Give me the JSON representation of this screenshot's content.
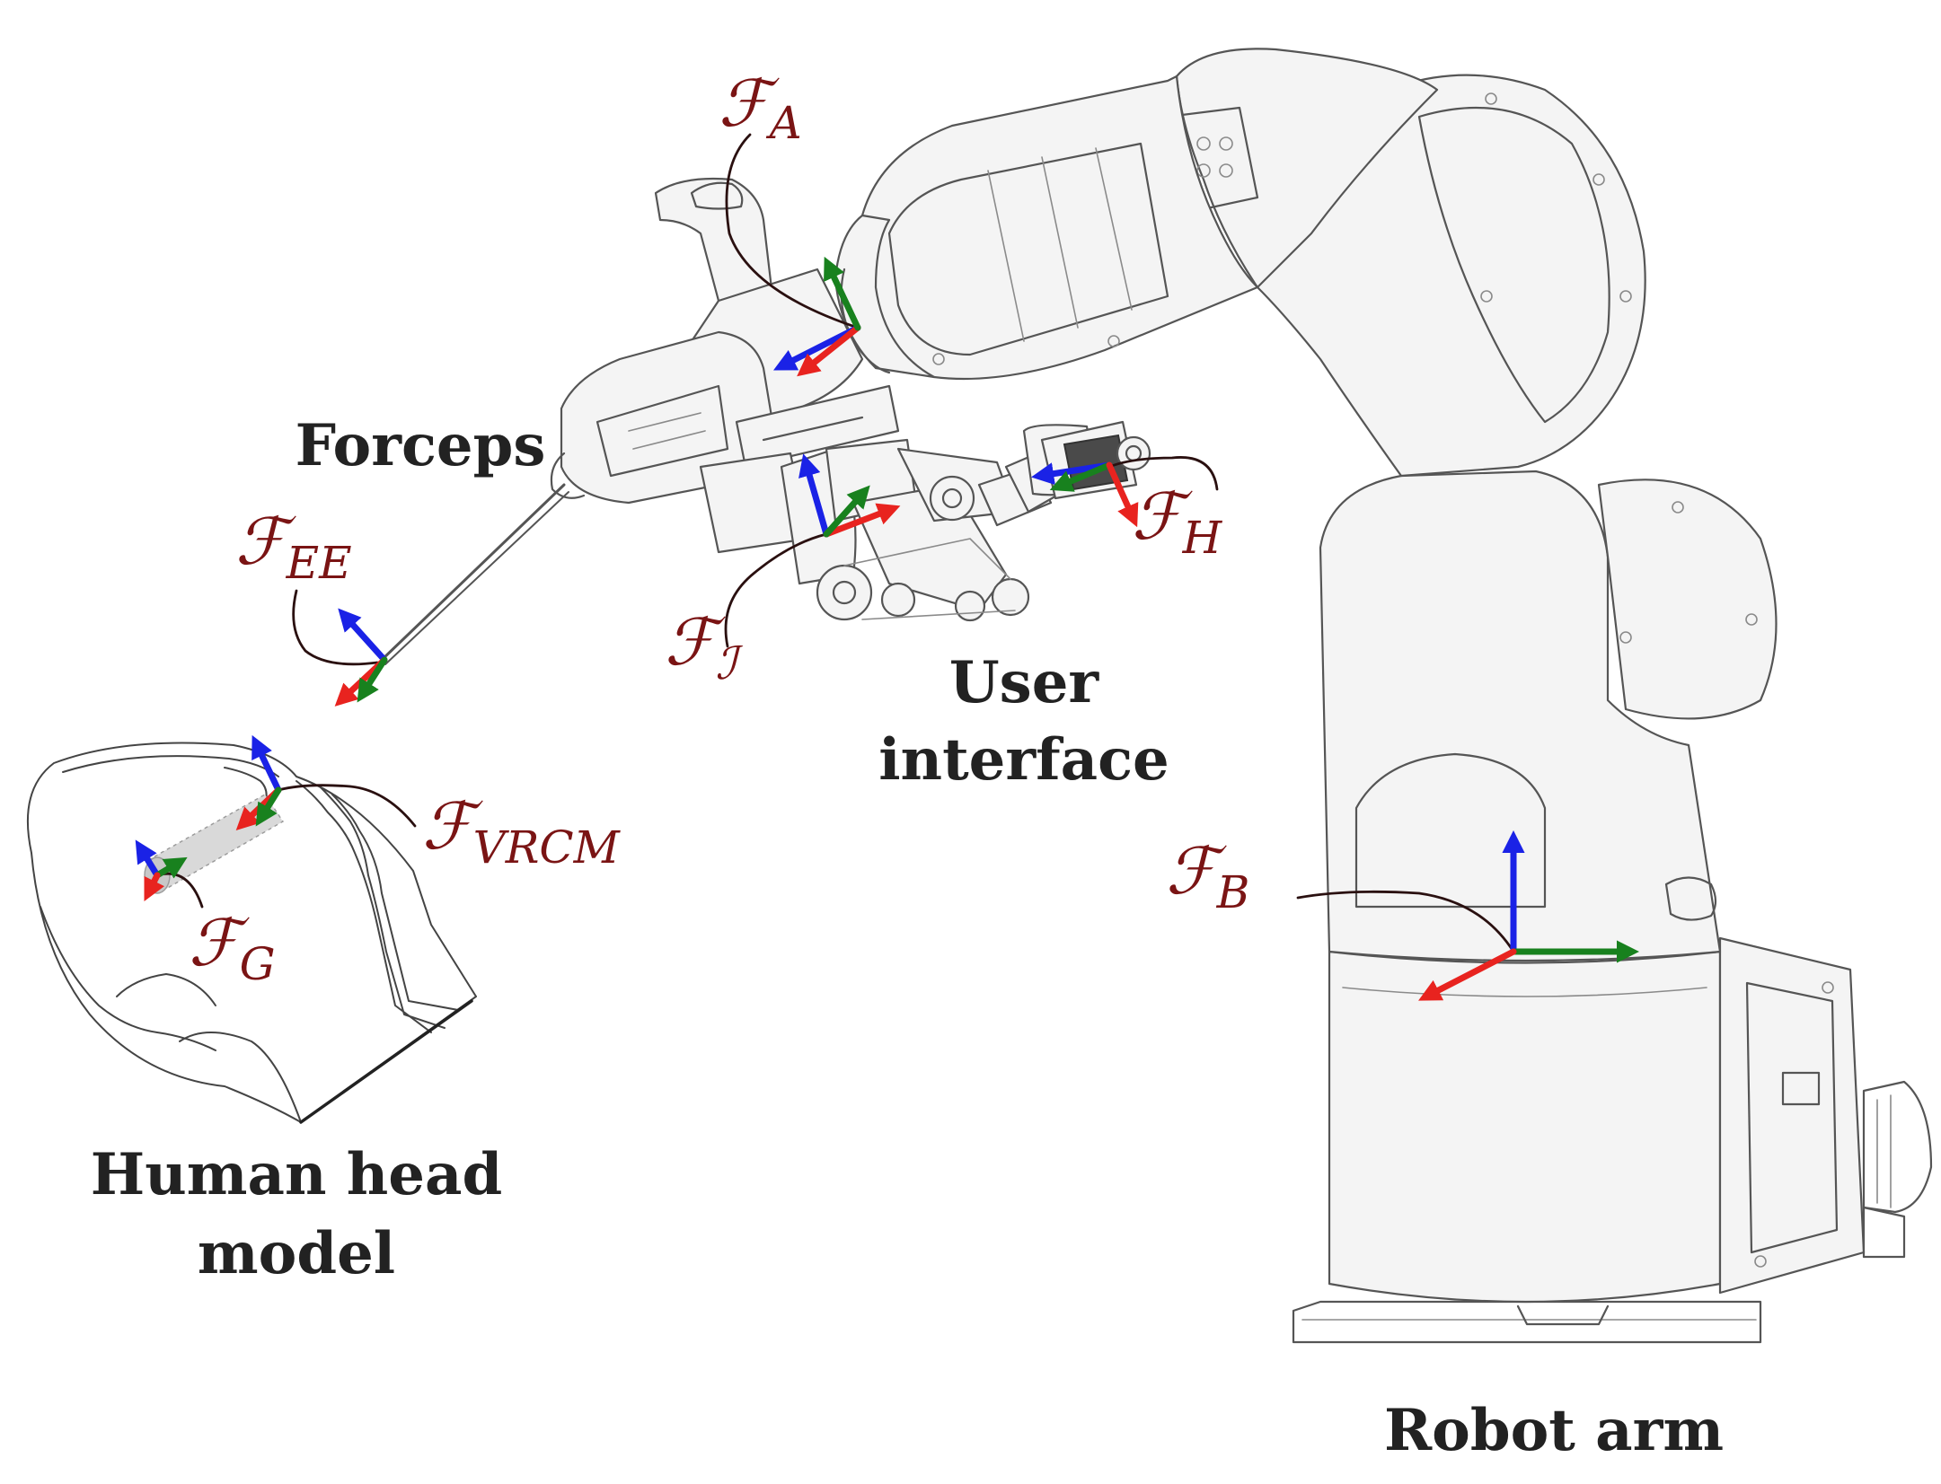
{
  "labels": {
    "forceps": "Forceps",
    "user_interface_line1": "User",
    "user_interface_line2": "interface",
    "human_head_line1": "Human head",
    "human_head_line2": "model",
    "robot_arm": "Robot arm"
  },
  "frames": {
    "A": {
      "symbol": "ℱ",
      "subscript": "A"
    },
    "EE": {
      "symbol": "ℱ",
      "subscript": "EE"
    },
    "I": {
      "symbol": "ℱ",
      "subscript": "ℐ"
    },
    "H": {
      "symbol": "ℱ",
      "subscript": "H"
    },
    "VRCM": {
      "symbol": "ℱ",
      "subscript": "VRCM"
    },
    "G": {
      "symbol": "ℱ",
      "subscript": "G"
    },
    "B": {
      "symbol": "ℱ",
      "subscript": "B"
    }
  },
  "colors": {
    "axis_x": "#e8231f",
    "axis_y": "#18811e",
    "axis_z": "#1a22e6",
    "frame_label": "#7a1414",
    "caption": "#222222"
  }
}
